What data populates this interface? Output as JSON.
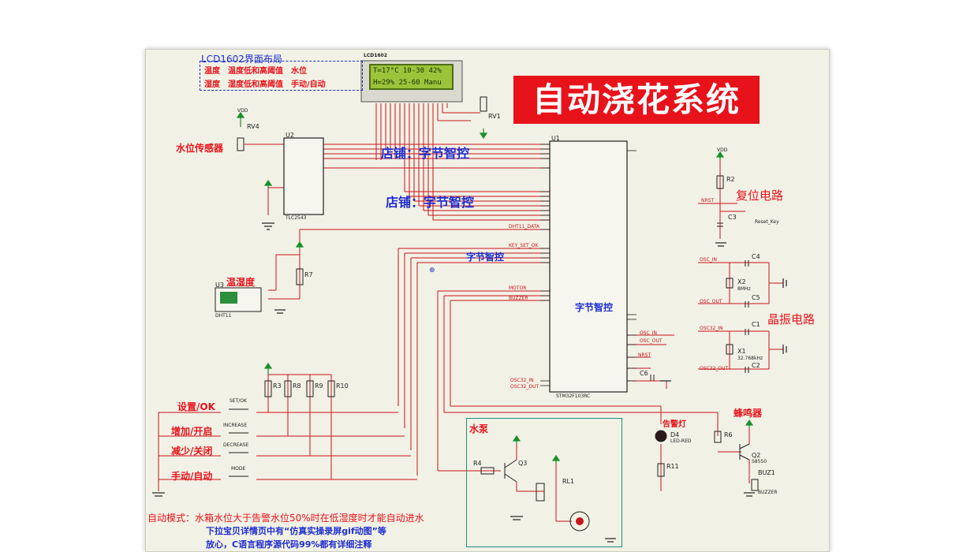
{
  "banner_title": "自动浇花系统",
  "layout_box": {
    "title": "LCD1602界面布局",
    "row1": "温度　温度低和高阈值　水位",
    "row2": "湿度　湿度低和高阈值　手动/自动"
  },
  "lcd": {
    "name": "LCD1602",
    "line1": "T=17°C 10-30 42%",
    "line2": "H=29% 25-60 Manu"
  },
  "watermarks": [
    "店铺：字节智控",
    "店铺：字节智控",
    "字节智控",
    "字节智控"
  ],
  "section_labels": {
    "water_sensor": "水位传感器",
    "temp_humidity": "温湿度",
    "reset_circuit": "复位电路",
    "crystal_circuit": "晶振电路",
    "water_pump": "水泵",
    "alarm_light": "告警灯",
    "buzzer": "蜂鸣器"
  },
  "key_labels": [
    "设置/OK",
    "增加/开启",
    "减少/关闭",
    "手动/自动"
  ],
  "button_names": [
    "SET/OK",
    "INCREASE",
    "DECREASE",
    "MODE"
  ],
  "components": {
    "rv4": "RV4",
    "rv1": "RV1",
    "u1": "U1",
    "u2": "U2",
    "u3": "U3",
    "u2_part": "TLC2543",
    "u3_part": "DHT11",
    "u1_part": "STM32F103RC",
    "r2": "R2",
    "r3": "R3",
    "r6": "R6",
    "r7": "R7",
    "r8": "R8",
    "r9": "R9",
    "r10": "R10",
    "r11": "R11",
    "r4": "R4",
    "c1": "C1",
    "c2": "C2",
    "c3": "C3",
    "c4": "C4",
    "c5": "C5",
    "c6": "C6",
    "x1": "X1",
    "x2": "X2",
    "q2": "Q2",
    "q3": "Q3",
    "d4": "D4",
    "rl1": "RL1",
    "buz1": "BUZ1",
    "vdd": "VDD",
    "reset_key": "Reset_Key",
    "led": "LED-RED",
    "buzzer_part": "BUZZER",
    "q_part": "S8550",
    "x1_freq": "32.768kHz",
    "x2_freq": "8MHz",
    "nrst": "NRST",
    "osc_in": "OSC_IN",
    "osc_out": "OSC_OUT",
    "osc32_in": "OSC32_IN",
    "osc32_out": "OSC32_OUT",
    "dht11_data": "DHT11_DATA",
    "key_set_ok": "KEY_SET_OK",
    "motor": "MOTOR",
    "buzzer_net": "BUZZER"
  },
  "notes": {
    "line1": "自动模式：水箱水位大于告警水位50%时在低湿度时才能自动进水",
    "line2": "下拉宝贝详情页中有“仿真实操录屏gif动图”等",
    "line3": "放心，C语言程序源代码99%都有详细注释"
  },
  "colors": {
    "wire": "#c8141b",
    "component": "#1f1f1f",
    "power": "#1a8f2a",
    "banner_bg": "#e8121b",
    "watermark": "#1e2ed0",
    "pump_box": "#1a8f7f"
  }
}
